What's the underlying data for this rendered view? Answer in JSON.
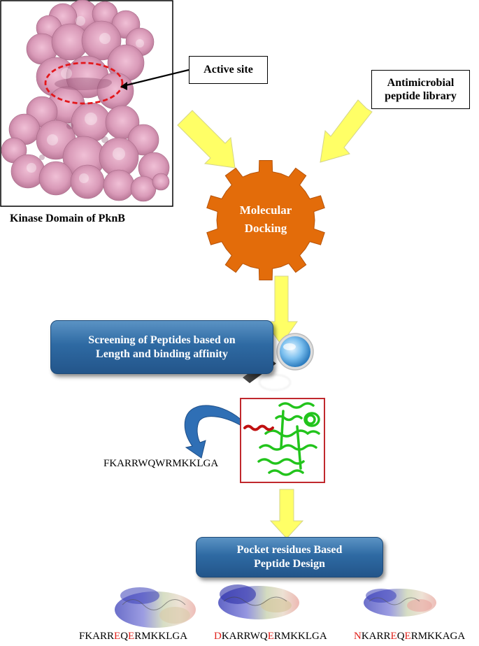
{
  "kinase_caption": "Kinase Domain of PknB",
  "active_site_label": "Active site",
  "library_label": [
    "Antimicrobial",
    "peptide library"
  ],
  "docking_label": [
    "Molecular",
    "Docking"
  ],
  "screening_label": [
    "Screening of Peptides based on",
    "Length and binding affinity"
  ],
  "selected_peptide": "FKARRWQWRMKKLGA",
  "design_label": [
    "Pocket residues Based",
    "Peptide Design"
  ],
  "designed_peptides": [
    [
      {
        "t": "FKARR",
        "m": false
      },
      {
        "t": "E",
        "m": true
      },
      {
        "t": "Q",
        "m": false
      },
      {
        "t": "E",
        "m": true
      },
      {
        "t": "RMKKLGA",
        "m": false
      }
    ],
    [
      {
        "t": "D",
        "m": true
      },
      {
        "t": "KARRWQ",
        "m": false
      },
      {
        "t": "E",
        "m": true
      },
      {
        "t": "RMKKLGA",
        "m": false
      }
    ],
    [
      {
        "t": "N",
        "m": true
      },
      {
        "t": "KARR",
        "m": false
      },
      {
        "t": "E",
        "m": true
      },
      {
        "t": "Q",
        "m": false
      },
      {
        "t": "E",
        "m": true
      },
      {
        "t": "RMKKAGA",
        "m": false
      }
    ]
  ],
  "colors": {
    "protein_surface": "#d99ab8",
    "gear": "#e36c0a",
    "arrow": "#ffff66",
    "pill": "#2e6aa3",
    "mutation": "#e0201a",
    "ribbon": "#22c41c",
    "helix": "#c01010",
    "curved_arrow": "#2f6fb5",
    "frame": "#c0282d"
  }
}
